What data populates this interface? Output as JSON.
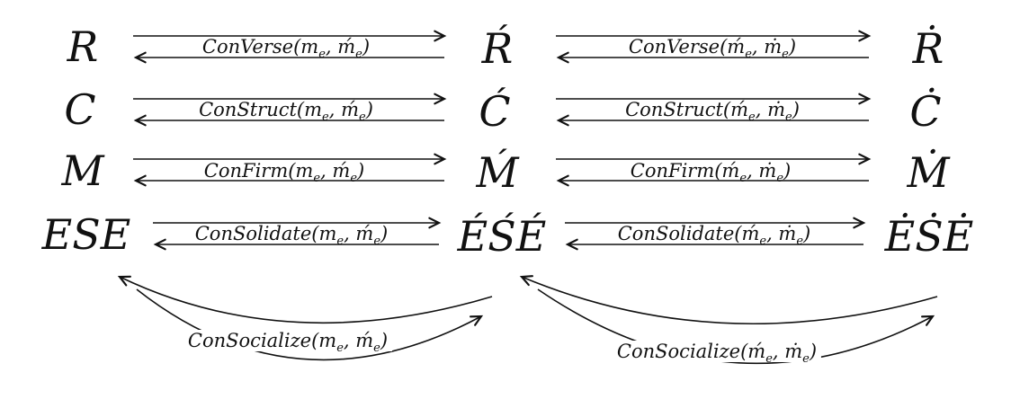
{
  "figure": {
    "ink_color": "#111111",
    "background_color": "#ffffff",
    "columns": {
      "left": {
        "row1": "R",
        "row2": "C",
        "row3": "M",
        "row4": "ESE"
      },
      "middle": {
        "row1": "Ŕ",
        "row2": "Ć",
        "row3": "Ḿ",
        "row4": "ÉŚÉ"
      },
      "right": {
        "row1": "Ṙ",
        "row2": "Ċ",
        "row3": "Ṁ",
        "row4": "ĖṠĖ"
      }
    },
    "labels": {
      "converse_lm": [
        "ConVerse(m",
        {
          "sub": "e"
        },
        ", ḿ",
        {
          "sub": "e"
        },
        ")"
      ],
      "construct_lm": [
        "ConStruct(m",
        {
          "sub": "e"
        },
        ", ḿ",
        {
          "sub": "e"
        },
        ")"
      ],
      "confirm_lm": [
        "ConFirm(m",
        {
          "sub": "e"
        },
        ", ḿ",
        {
          "sub": "e"
        },
        ")"
      ],
      "consolidate_lm": [
        "ConSolidate(m",
        {
          "sub": "e"
        },
        ", ḿ",
        {
          "sub": "e"
        },
        ")"
      ],
      "consocialize_lm": [
        "ConSocialize(m",
        {
          "sub": "e"
        },
        ", ḿ",
        {
          "sub": "e"
        },
        ")"
      ],
      "converse_mr": [
        "ConVerse(ḿ",
        {
          "sub": "e"
        },
        ", ṁ",
        {
          "sub": "e"
        },
        ")"
      ],
      "construct_mr": [
        "ConStruct(ḿ",
        {
          "sub": "e"
        },
        ", ṁ",
        {
          "sub": "e"
        },
        ")"
      ],
      "confirm_mr": [
        "ConFirm(ḿ",
        {
          "sub": "e"
        },
        ", ṁ",
        {
          "sub": "e"
        },
        ")"
      ],
      "consolidate_mr": [
        "ConSolidate(ḿ",
        {
          "sub": "e"
        },
        ", ṁ",
        {
          "sub": "e"
        },
        ")"
      ],
      "consocialize_mr": [
        "ConSocialize(ḿ",
        {
          "sub": "e"
        },
        ", ṁ",
        {
          "sub": "e"
        },
        ")"
      ]
    }
  }
}
